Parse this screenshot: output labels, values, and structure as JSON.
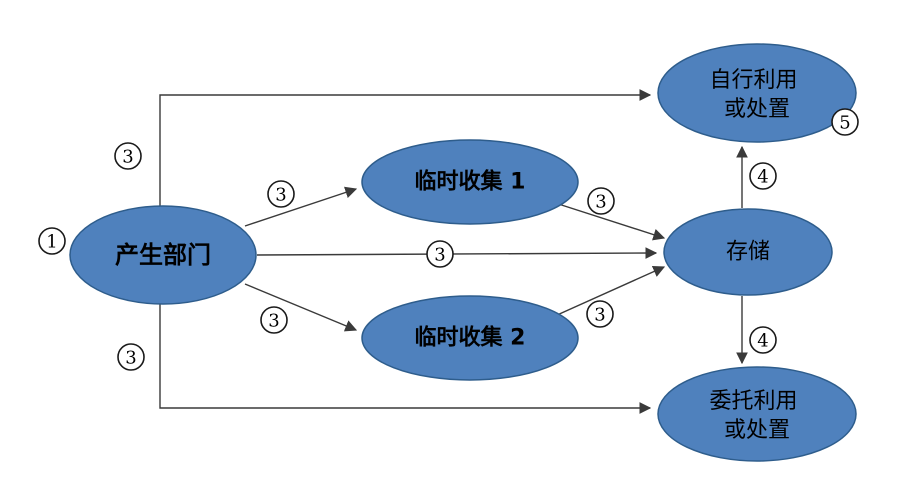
{
  "diagram": {
    "nodes": {
      "producer": {
        "label": "产生部门"
      },
      "temp_collect_1": {
        "label": "临时收集 1"
      },
      "temp_collect_2": {
        "label": "临时收集 2"
      },
      "storage": {
        "label": "存储"
      },
      "self_use": {
        "line1": "自行利用",
        "line2": "或处置"
      },
      "entrust_use": {
        "line1": "委托利用",
        "line2": "或处置"
      }
    },
    "badges": {
      "producer_step": "1",
      "self_use_step": "5",
      "route_top": "3",
      "producer_to_temp1": "3",
      "producer_to_storage": "3",
      "producer_to_temp2": "3",
      "route_bottom": "3",
      "temp1_to_storage": "3",
      "temp2_to_storage": "3",
      "storage_to_self_use": "4",
      "storage_to_entrust": "4"
    },
    "colors": {
      "node_fill": "#4f81bd",
      "node_stroke": "#2e5d8c",
      "arrow": "#3a3a3a"
    }
  }
}
